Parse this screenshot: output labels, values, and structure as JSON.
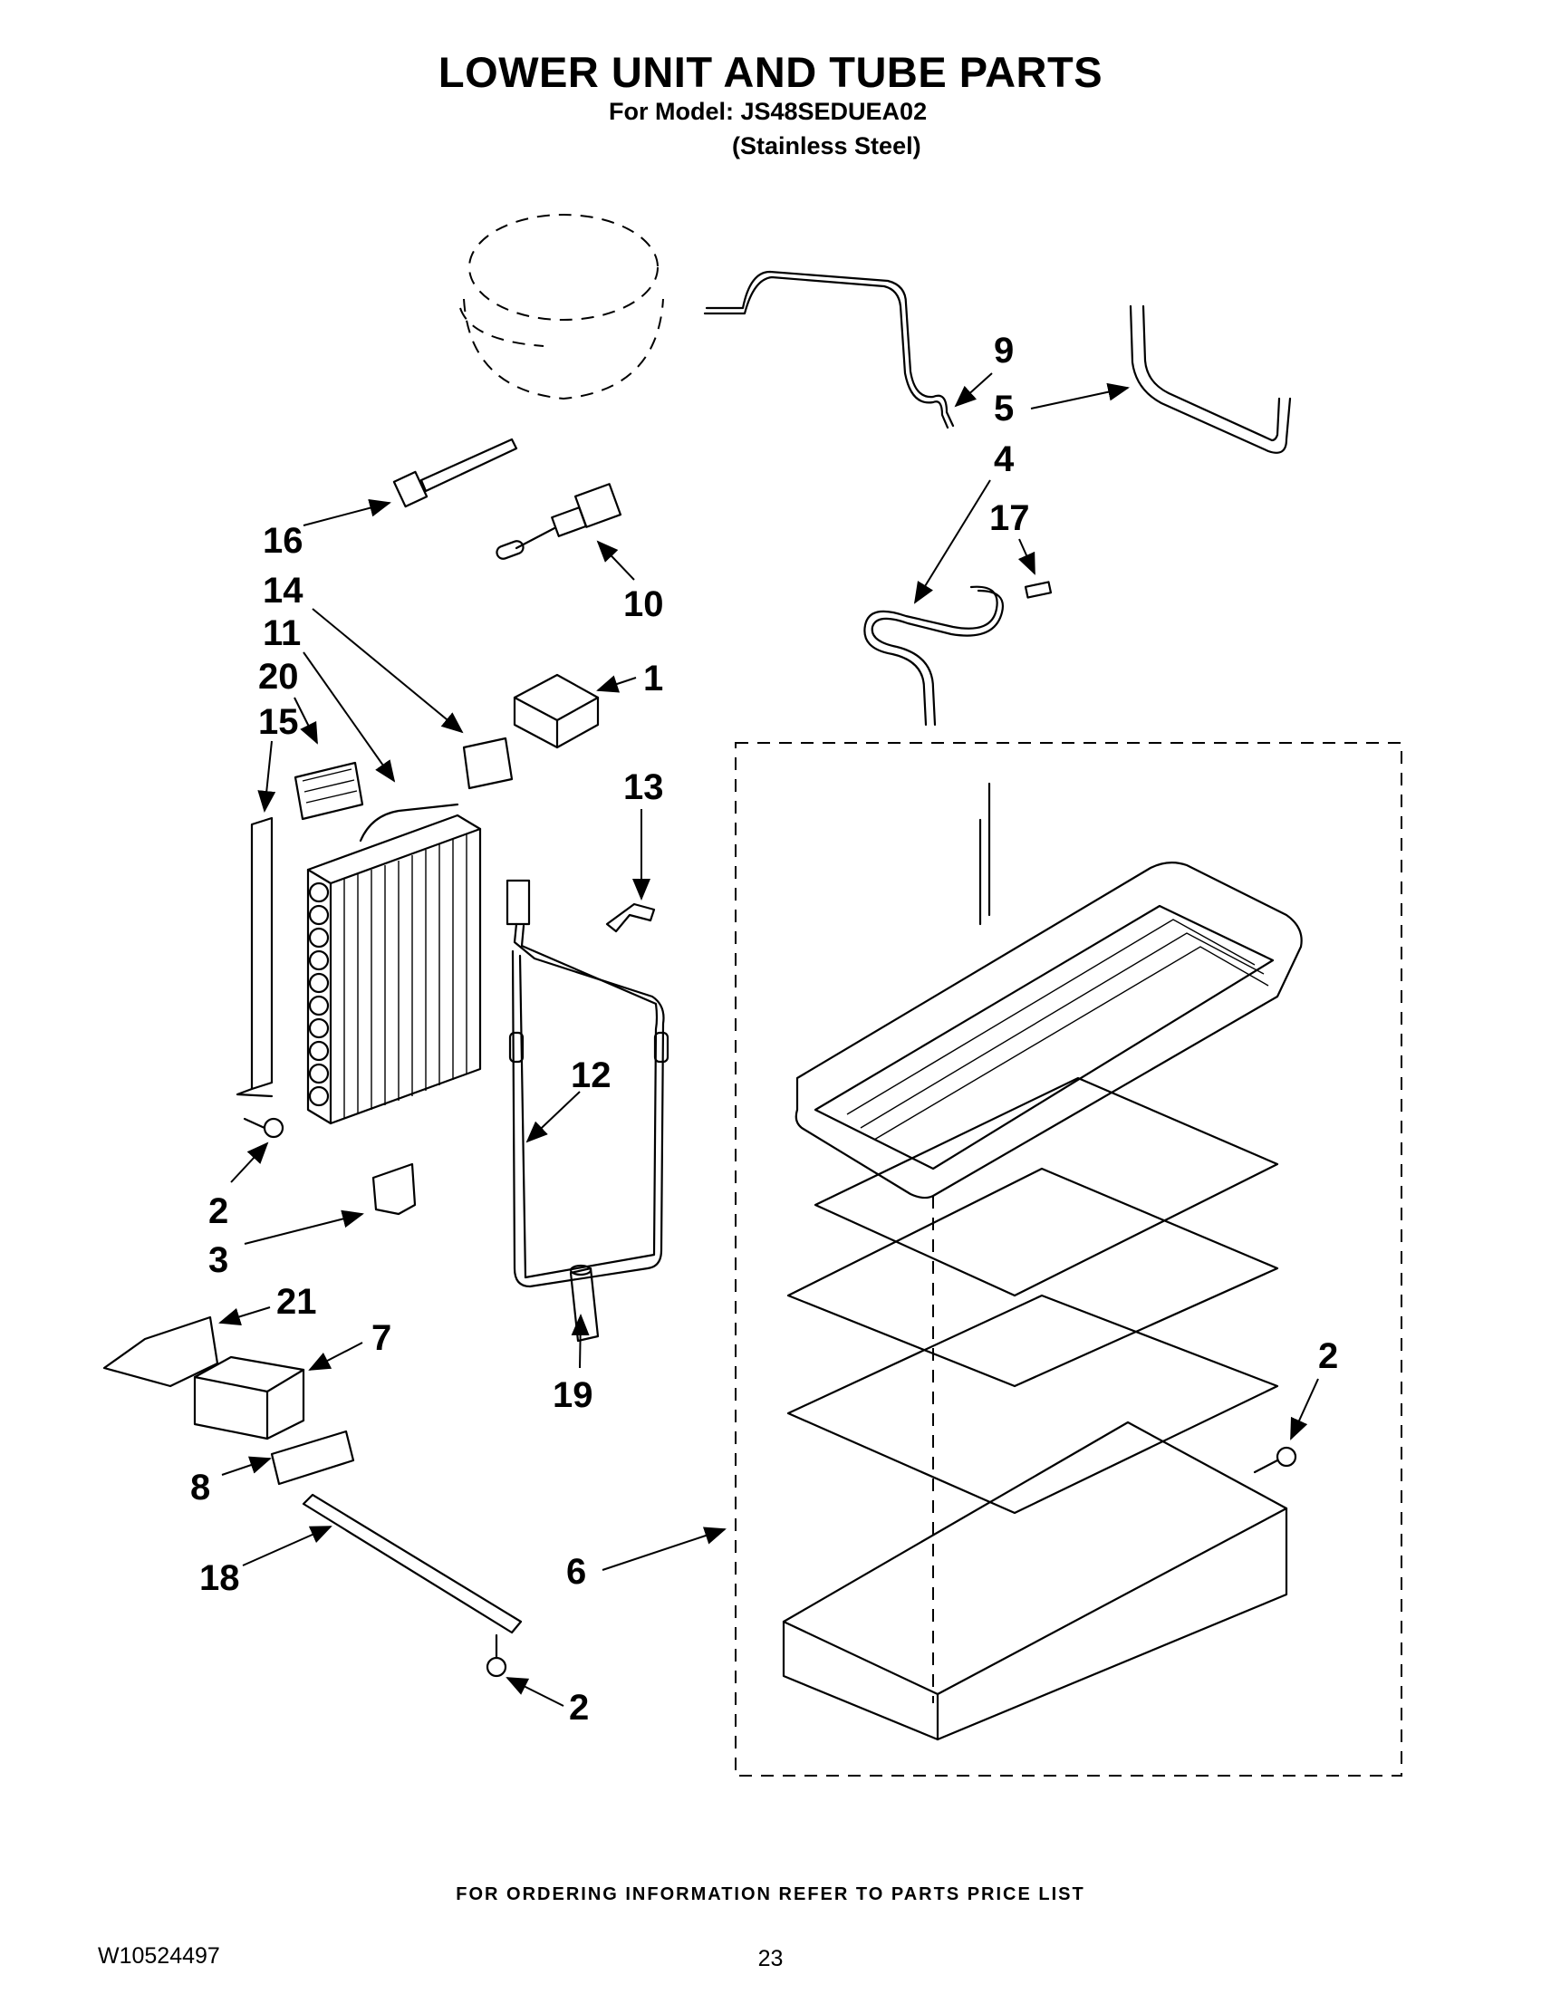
{
  "header": {
    "title": "LOWER UNIT AND TUBE PARTS",
    "model_line": "For Model: JS48SEDUEA02",
    "finish_line": "(Stainless Steel)"
  },
  "callouts": [
    "9",
    "5",
    "4",
    "17",
    "16",
    "10",
    "14",
    "11",
    "20",
    "15",
    "1",
    "13",
    "12",
    "2",
    "3",
    "21",
    "7",
    "8",
    "18",
    "19",
    "6",
    "2",
    "2"
  ],
  "footer": {
    "ordering_note": "FOR ORDERING INFORMATION REFER TO PARTS PRICE LIST",
    "doc_number": "W10524497",
    "page_number": "23"
  }
}
